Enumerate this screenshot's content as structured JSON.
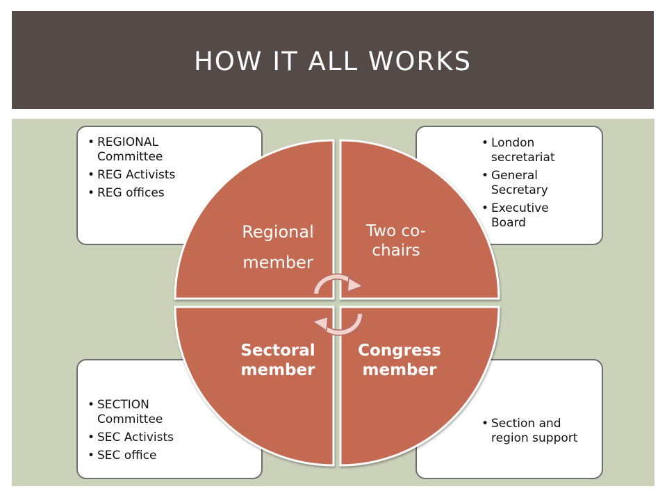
{
  "slide": {
    "title": "HOW IT ALL WORKS"
  },
  "diagram": {
    "quadrants": {
      "top_left": {
        "label_line1": "Regional",
        "label_line2": "member"
      },
      "top_right": {
        "label_line1": "Two co-",
        "label_line2": "chairs"
      },
      "bottom_left": {
        "label_line1": "Sectoral",
        "label_line2": "member"
      },
      "bottom_right": {
        "label_line1": "Congress",
        "label_line2": "member"
      }
    },
    "boxes": {
      "top_left": [
        "REGIONAL Committee",
        "REG Activists",
        "REG offices"
      ],
      "top_right": [
        "London secretariat",
        "General Secretary",
        "Executive Board"
      ],
      "bottom_left": [
        "SECTION Committee",
        "SEC Activists",
        "SEC office"
      ],
      "bottom_right": [
        "Section and region support"
      ]
    },
    "colors": {
      "quadrant_fill": "#c46a52",
      "title_bar": "#544a48",
      "content_background": "#ccd1ba",
      "arrow_fill": "#f2d3cc"
    }
  }
}
